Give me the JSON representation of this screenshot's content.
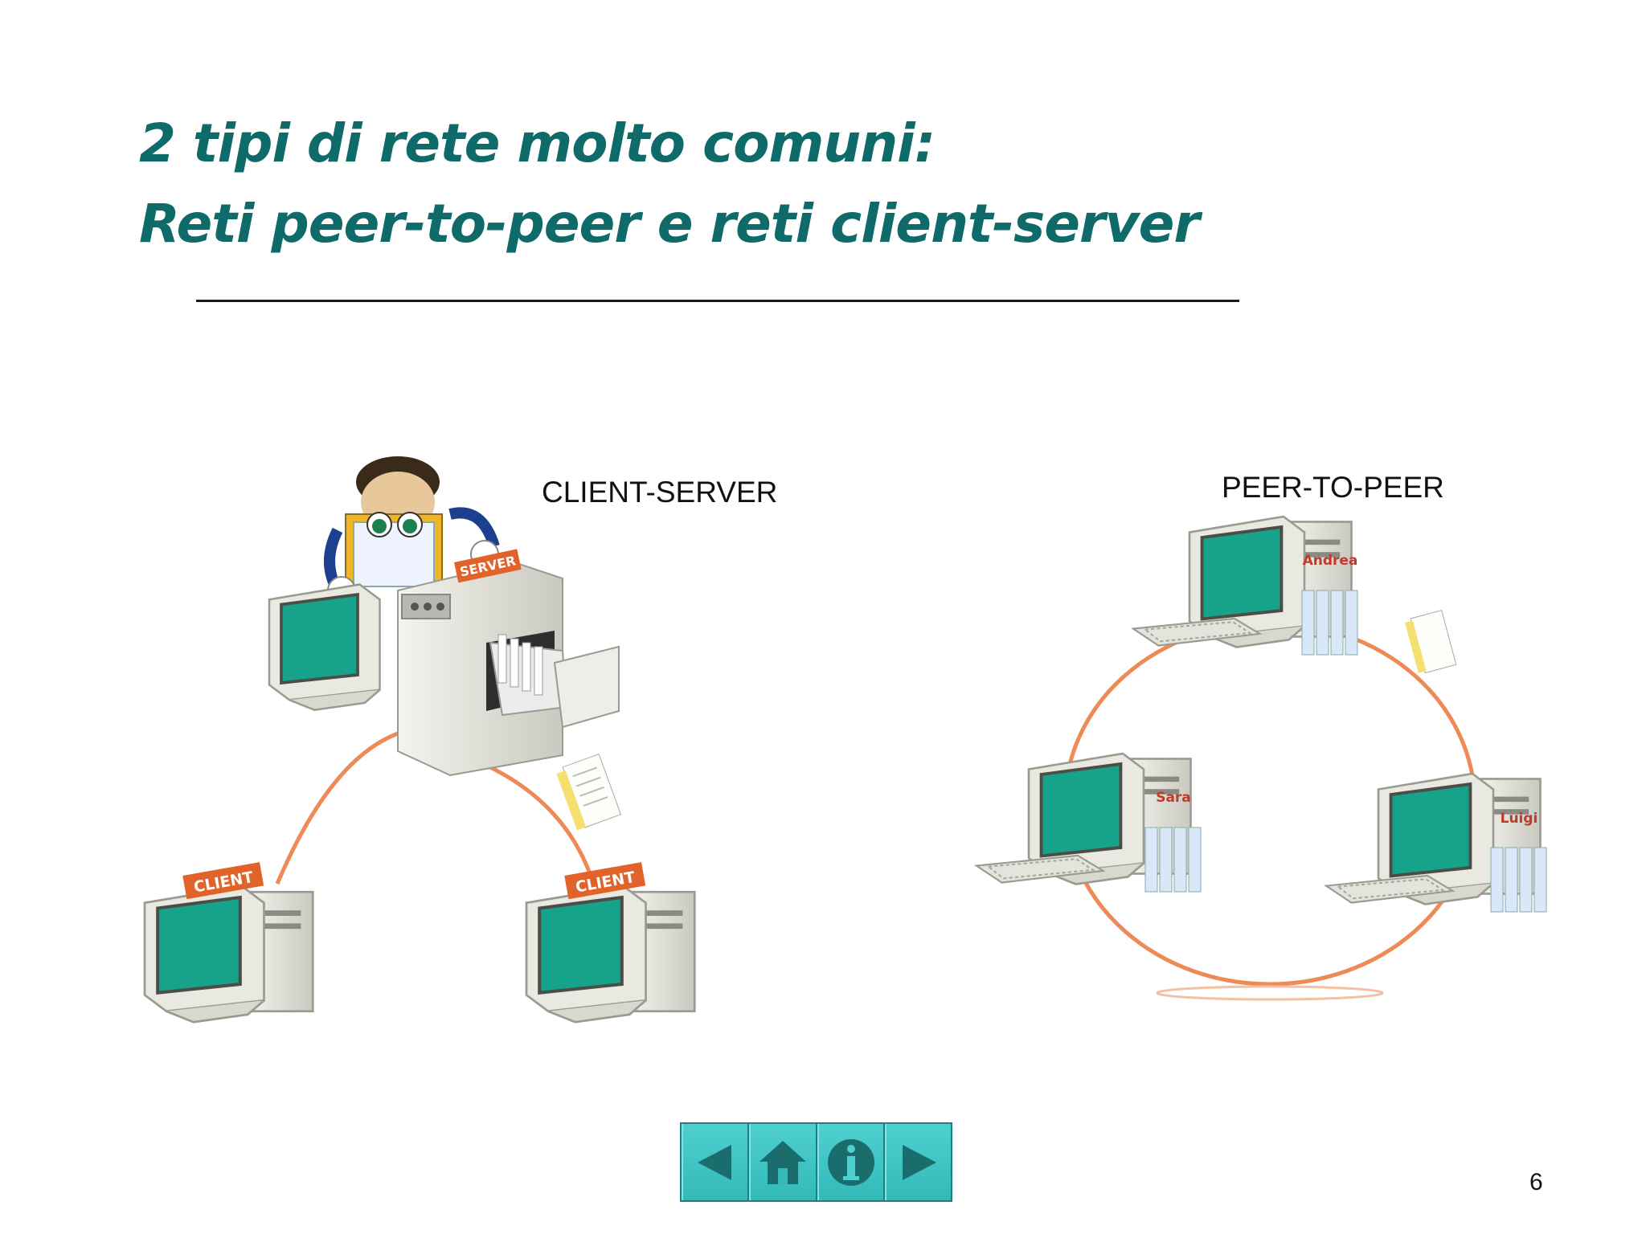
{
  "slide": {
    "title_line1": "2 tipi di rete molto comuni:",
    "title_line2": "Reti peer-to-peer e reti client-server",
    "page_number": "6"
  },
  "client_server": {
    "label": "CLIENT-SERVER",
    "server_badge": "SERVER",
    "client_badge": "CLIENT"
  },
  "peer_to_peer": {
    "label": "PEER-TO-PEER",
    "peers": [
      "Andrea",
      "Sara",
      "Luigi"
    ]
  },
  "nav": {
    "buttons": [
      "back-arrow-icon",
      "home-icon",
      "info-icon",
      "forward-arrow-icon"
    ]
  },
  "colors": {
    "title": "#0f6a6a",
    "link": "#ee8a55",
    "screen": "#16a38a",
    "badge": "#e2632a",
    "nav": "#3fc4c4"
  }
}
